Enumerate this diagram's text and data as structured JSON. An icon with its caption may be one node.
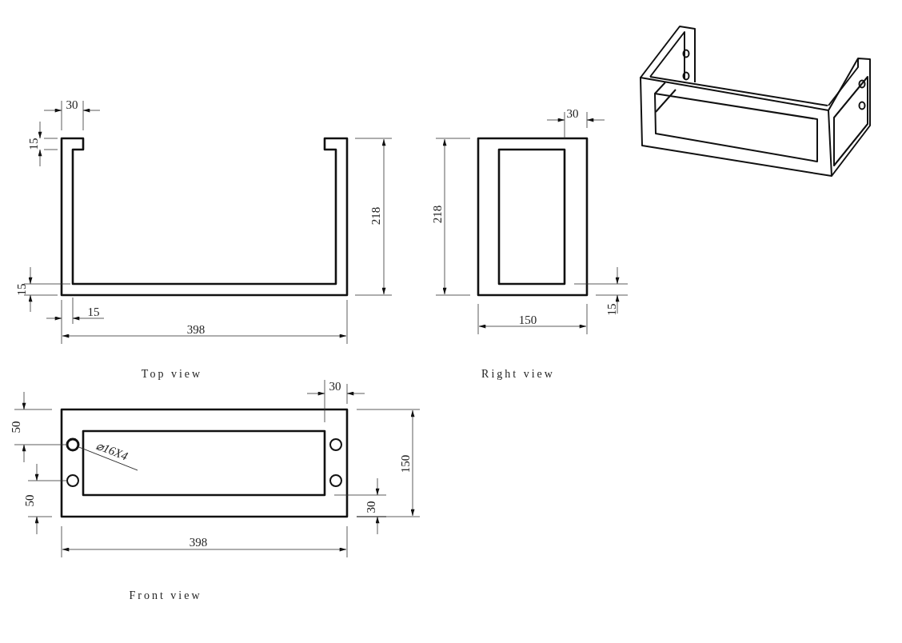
{
  "diagram": {
    "nodes": [
      {
        "text": [
          "⌀16X4"
        ]
      },
      {
        "text": [],
        "shape": "circle"
      }
    ],
    "edges": [
      {
        "from": 0,
        "to": 1,
        "arrow": "none"
      }
    ],
    "labels": [
      "30",
      "30",
      "15",
      "218",
      "218",
      "15",
      "15",
      "15",
      "150",
      "398",
      "Top view",
      "Right view",
      "30",
      "50",
      "150",
      "50",
      "30",
      "398",
      "Front view"
    ]
  }
}
